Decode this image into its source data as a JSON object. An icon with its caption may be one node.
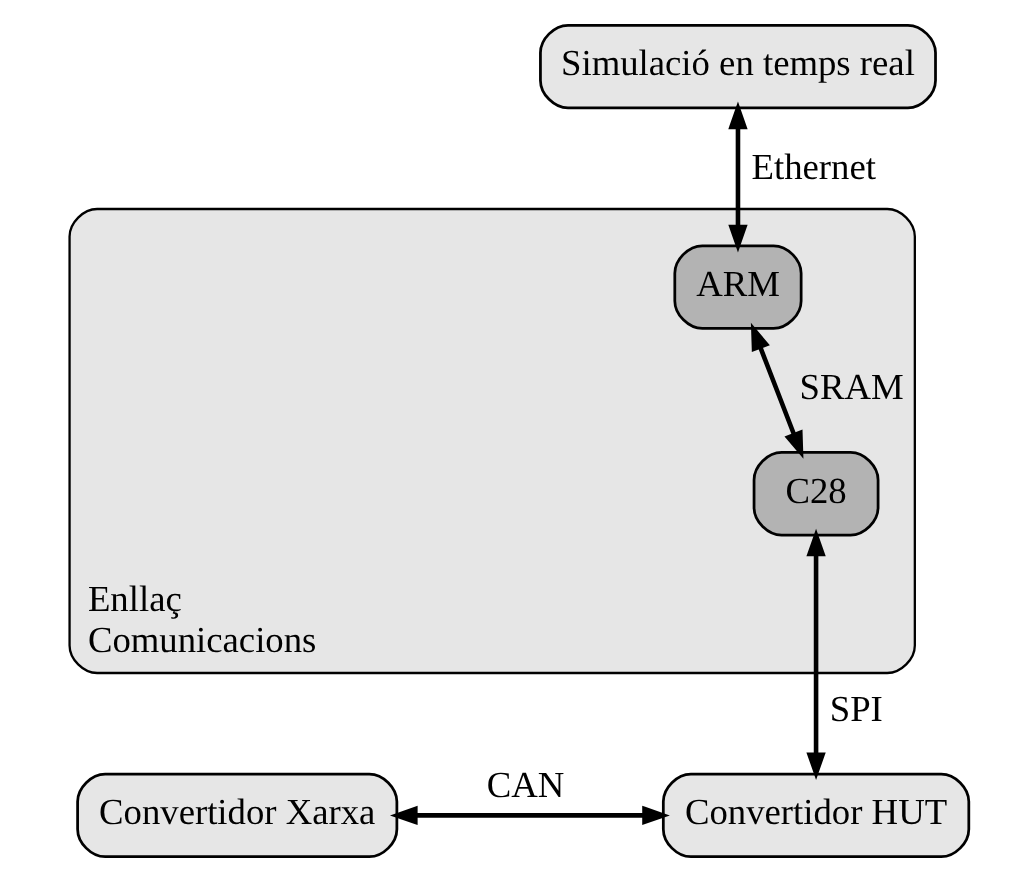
{
  "diagram": {
    "nodes": [
      {
        "text": [
          "Simulació en temps real"
        ]
      },
      {
        "text": [
          "Enllaç Comunicacions"
        ]
      },
      {
        "text": [
          "ARM"
        ],
        "in": 1
      },
      {
        "text": [
          "C28"
        ],
        "in": 1
      },
      {
        "text": [
          "Convertidor Xarxa"
        ]
      },
      {
        "text": [
          "Convertidor HUT"
        ]
      }
    ],
    "edges": [
      {
        "from": 0,
        "to": 2,
        "arrow": "both",
        "label": "Ethernet"
      },
      {
        "from": 2,
        "to": 3,
        "arrow": "both",
        "label": "SRAM"
      },
      {
        "from": 3,
        "to": 5,
        "arrow": "both",
        "label": "SPI"
      },
      {
        "from": 4,
        "to": 5,
        "arrow": "both",
        "label": "CAN"
      }
    ]
  }
}
